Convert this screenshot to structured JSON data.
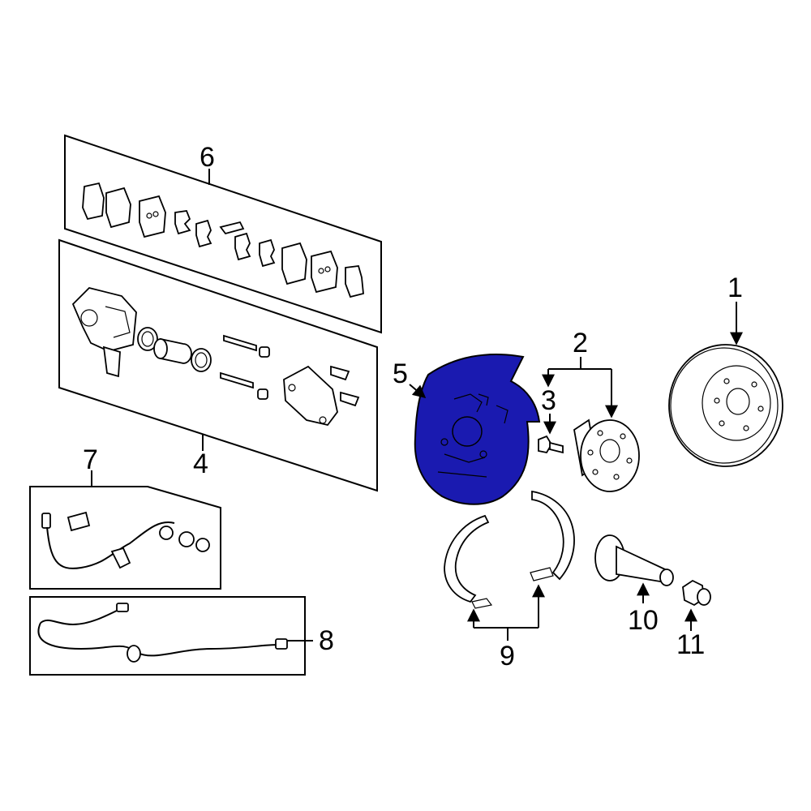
{
  "callouts": {
    "c1": "1",
    "c2": "2",
    "c3": "3",
    "c4": "4",
    "c5": "5",
    "c6": "6",
    "c7": "7",
    "c8": "8",
    "c9": "9",
    "c10": "10",
    "c11": "11"
  },
  "highlight": {
    "part_callout": "5",
    "color": "#1a1ab0"
  }
}
